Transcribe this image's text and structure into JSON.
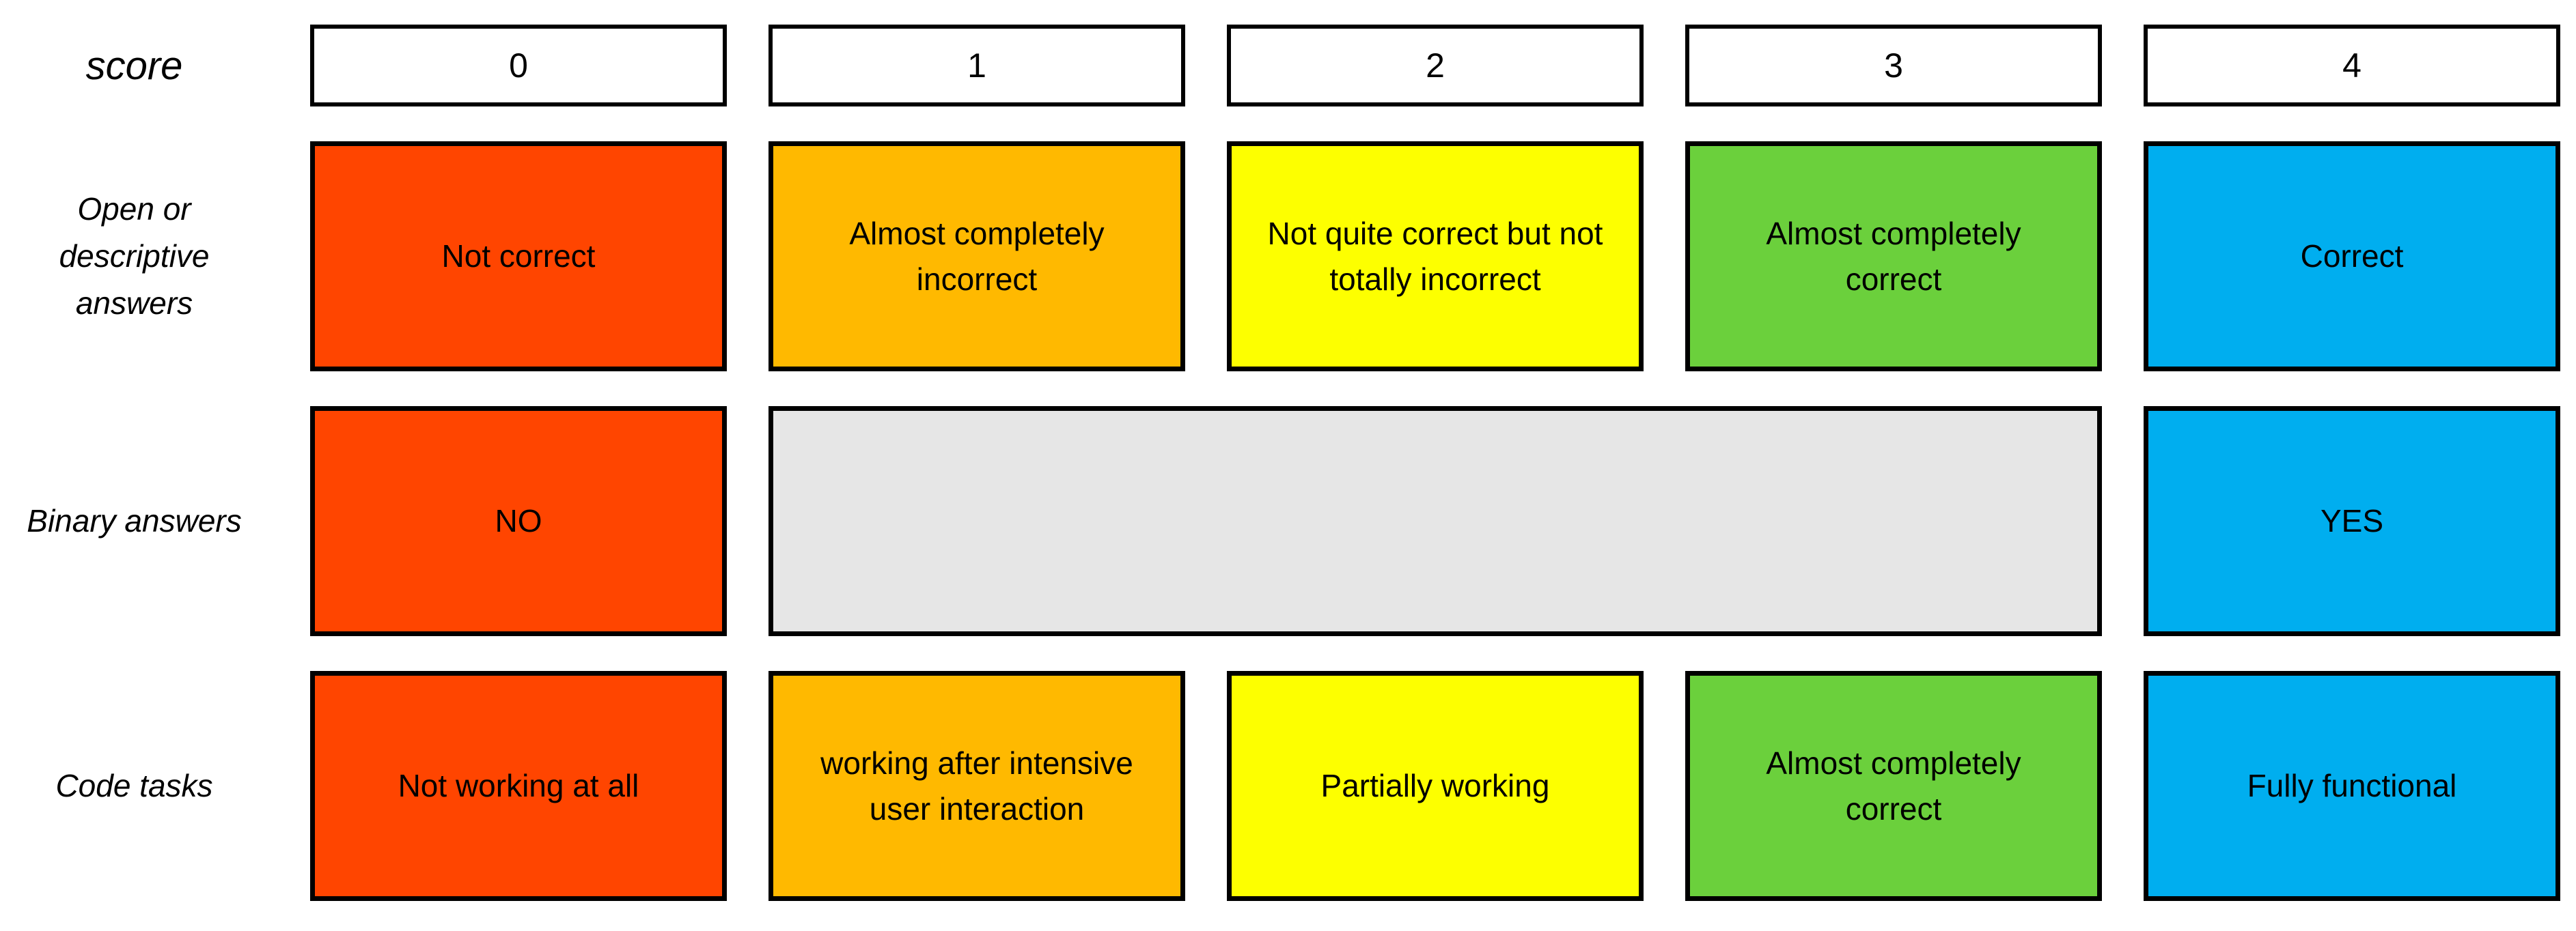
{
  "colors": {
    "red": "#FF4500",
    "orange": "#FFB900",
    "yellow": "#FDFF00",
    "green": "#6BD03C",
    "blue": "#00AEEF",
    "gray": "#E6E6E6",
    "border": "#000000"
  },
  "header": {
    "label": "score",
    "scores": [
      "0",
      "1",
      "2",
      "3",
      "4"
    ]
  },
  "rows": [
    {
      "label": "Open or descriptive answers",
      "cells": [
        {
          "text": "Not correct",
          "color": "red"
        },
        {
          "text": "Almost completely incorrect",
          "color": "orange"
        },
        {
          "text": "Not quite correct but not totally incorrect",
          "color": "yellow"
        },
        {
          "text": "Almost completely correct",
          "color": "green"
        },
        {
          "text": "Correct",
          "color": "blue"
        }
      ]
    },
    {
      "label": "Binary answers",
      "cells": [
        {
          "text": "NO",
          "color": "red"
        },
        {
          "text": "",
          "color": "gray"
        },
        {
          "text": "YES",
          "color": "blue"
        }
      ]
    },
    {
      "label": "Code tasks",
      "cells": [
        {
          "text": "Not working at all",
          "color": "red"
        },
        {
          "text": "working after intensive user interaction",
          "color": "orange"
        },
        {
          "text": "Partially working",
          "color": "yellow"
        },
        {
          "text": "Almost completely correct",
          "color": "green"
        },
        {
          "text": "Fully functional",
          "color": "blue"
        }
      ]
    }
  ]
}
